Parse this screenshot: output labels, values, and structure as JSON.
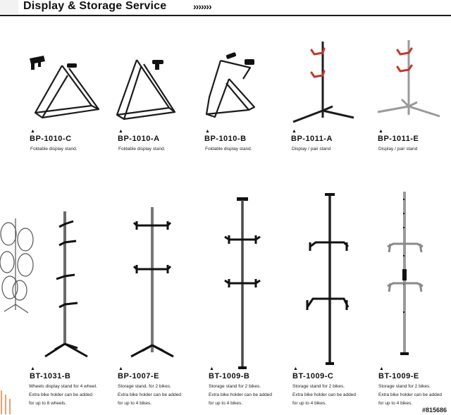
{
  "header": {
    "title": "Display & Storage Service",
    "chevrons": "›››››››"
  },
  "products": [
    {
      "code": "BP-1010-C",
      "desc": [
        "Foldable display stand."
      ]
    },
    {
      "code": "BP-1010-A",
      "desc": [
        "Foldable display stand."
      ]
    },
    {
      "code": "BP-1010-B",
      "desc": [
        "Foldable display stand."
      ]
    },
    {
      "code": "BP-1011-A",
      "desc": [
        "Display / pair stand"
      ]
    },
    {
      "code": "BP-1011-E",
      "desc": [
        "Display / pair stand"
      ]
    },
    {
      "code": "BT-1031-B",
      "desc": [
        "Wheels display stand for 4 wheel.",
        "Extra bike holder can be added",
        "for up to 8 wheels."
      ]
    },
    {
      "code": "BP-1007-E",
      "desc": [
        "Storage stand, for 2 bikes.",
        "Extra bike holder can be added",
        "for up to 4 bikes."
      ]
    },
    {
      "code": "BT-1009-B",
      "desc": [
        "Storage stand for 2 bikes.",
        "Extra bike holder can be added",
        "for up to 4 bikes."
      ]
    },
    {
      "code": "BT-1009-C",
      "desc": [
        "Storage stand for 2 bikes.",
        "Extra bike holder can be added",
        "for up to 4 bikes."
      ]
    },
    {
      "code": "BT-1009-E",
      "desc": [
        "Storage stand for 2 bikes.",
        "Extra bike holder can be added",
        "for up to 4 bikes."
      ]
    }
  ],
  "marker": "▲",
  "watermark": "#815686",
  "colors": {
    "dark_steel": "#1c1c1c",
    "silver": "#9a9a9a",
    "red_hook": "#c0392b"
  }
}
